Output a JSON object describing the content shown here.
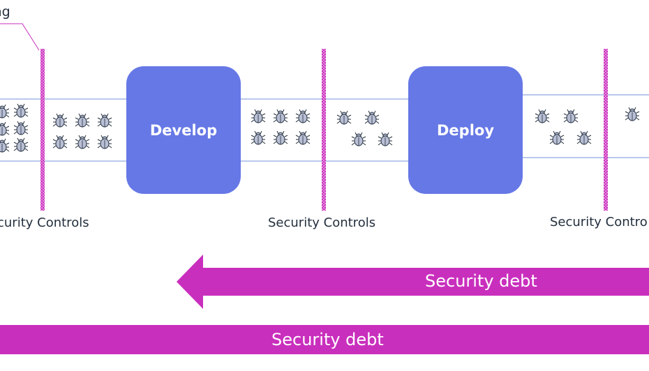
{
  "callout": {
    "text": "ling"
  },
  "phases": {
    "develop": "Develop",
    "deploy": "Deploy"
  },
  "controls": {
    "left": "curity Controls",
    "middle": "Security Controls",
    "right": "Security Contro"
  },
  "debt": {
    "arrow_label": "Security debt",
    "bar_label": "Security debt"
  },
  "colors": {
    "phase": "#6678e6",
    "debt": "#c92fbd",
    "control_line": "#c92fbd",
    "pipe_line": "#8fa8e0",
    "bug_body": "#b9bfd4",
    "bug_outline": "#232f3e",
    "text": "#232f3e"
  }
}
